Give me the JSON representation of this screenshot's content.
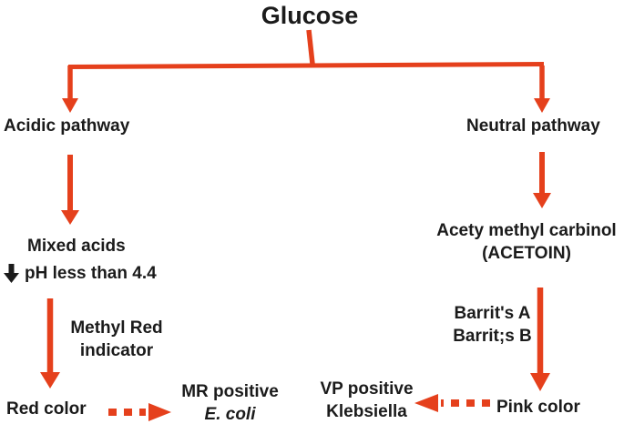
{
  "colors": {
    "accent": "#e5401c",
    "text": "#1b1b1b",
    "background": "#ffffff"
  },
  "diagram": {
    "title": "Glucose",
    "left": {
      "branch_label": "Acidic pathway",
      "product_line1": "Mixed acids",
      "product_line2": "pH less than 4.4",
      "reagent_line1": "Methyl Red",
      "reagent_line2": "indicator",
      "result": "Red color",
      "outcome_line1": "MR positive",
      "outcome_line2": "E. coli"
    },
    "right": {
      "branch_label": "Neutral pathway",
      "product_line1": "Acety methyl carbinol",
      "product_line2": "(ACETOIN)",
      "reagent_line1": "Barrit's A",
      "reagent_line2": "Barrit;s B",
      "result": "Pink color",
      "outcome_line1": "VP positive",
      "outcome_line2": "Klebsiella"
    }
  }
}
